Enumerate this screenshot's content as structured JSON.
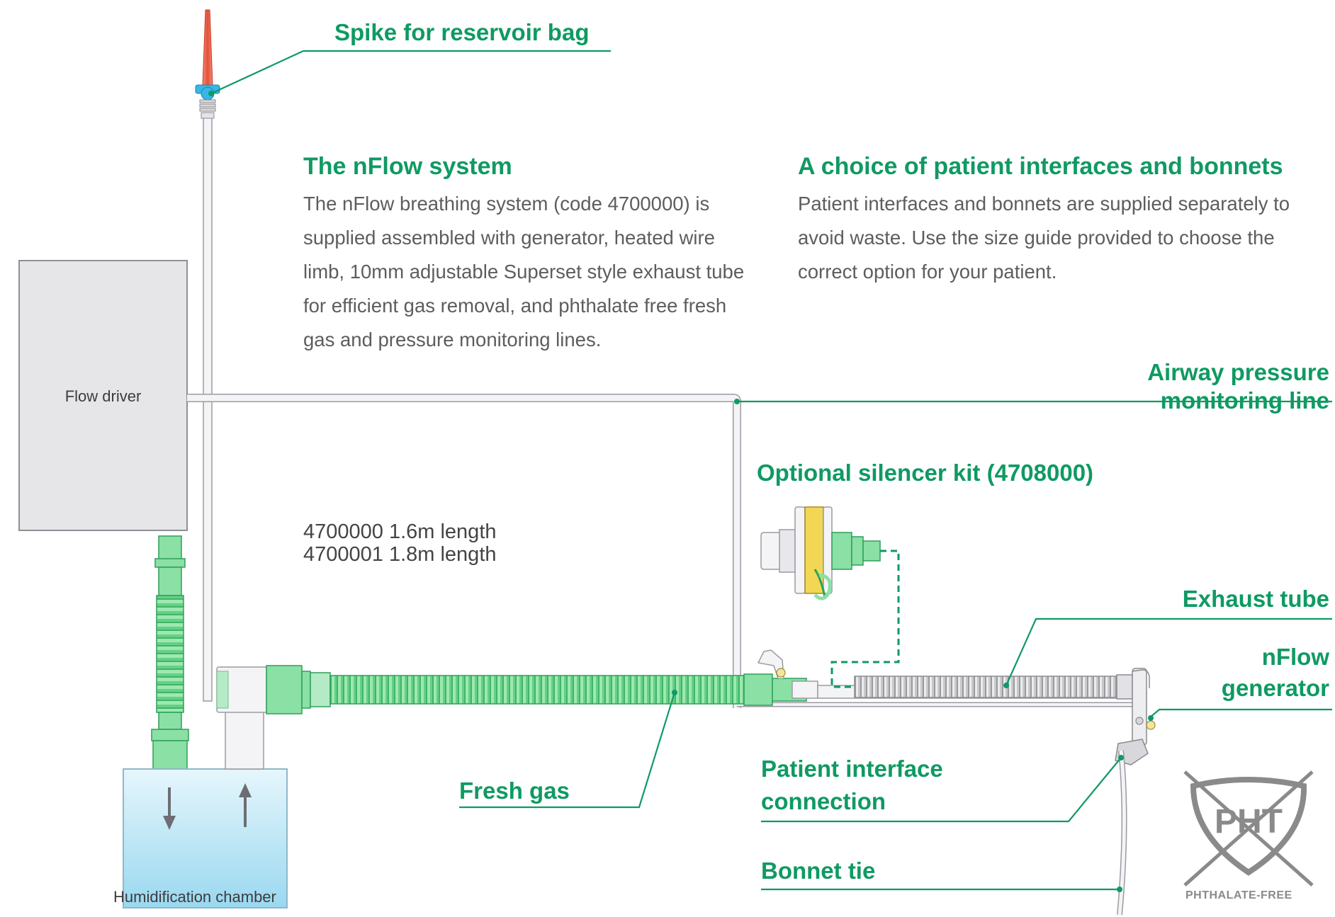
{
  "colors": {
    "accent_green": "#0f9a63",
    "tube_green": "#6fd58e",
    "spike_red": "#ef6a52",
    "connector_blue": "#38b6e6",
    "device_grey": "#e6e6e9",
    "water_blue": "#bde8f6",
    "text_grey": "#5d5d5d"
  },
  "labels": {
    "spike": "Spike for reservoir bag",
    "airway_line1": "Airway pressure",
    "airway_line2": "monitoring line",
    "silencer": "Optional silencer kit (4708000)",
    "exhaust": "Exhaust tube",
    "generator_line1": "nFlow",
    "generator_line2": "generator",
    "fresh_gas": "Fresh gas",
    "interface_line1": "Patient interface",
    "interface_line2": "connection",
    "bonnet_tie": "Bonnet tie",
    "flow_driver": "Flow driver",
    "humidification": "Humidification chamber"
  },
  "system_info": {
    "title": "The nFlow system",
    "body": "The nFlow breathing system (code 4700000) is supplied assembled with generator, heated wire limb, 10mm adjustable Superset style exhaust tube for efficient gas removal, and phthalate free fresh gas and pressure monitoring lines."
  },
  "interfaces_info": {
    "title": "A choice of patient interfaces and bonnets",
    "body": "Patient interfaces and bonnets are supplied separately to avoid waste. Use the size guide provided to choose the correct option for your patient."
  },
  "lengths": [
    "4700000 1.6m length",
    "4700001 1.8m length"
  ],
  "badge": {
    "logo_text": "PHT",
    "caption": "PHTHALATE-FREE",
    "icon": "phthalate-free-icon"
  }
}
